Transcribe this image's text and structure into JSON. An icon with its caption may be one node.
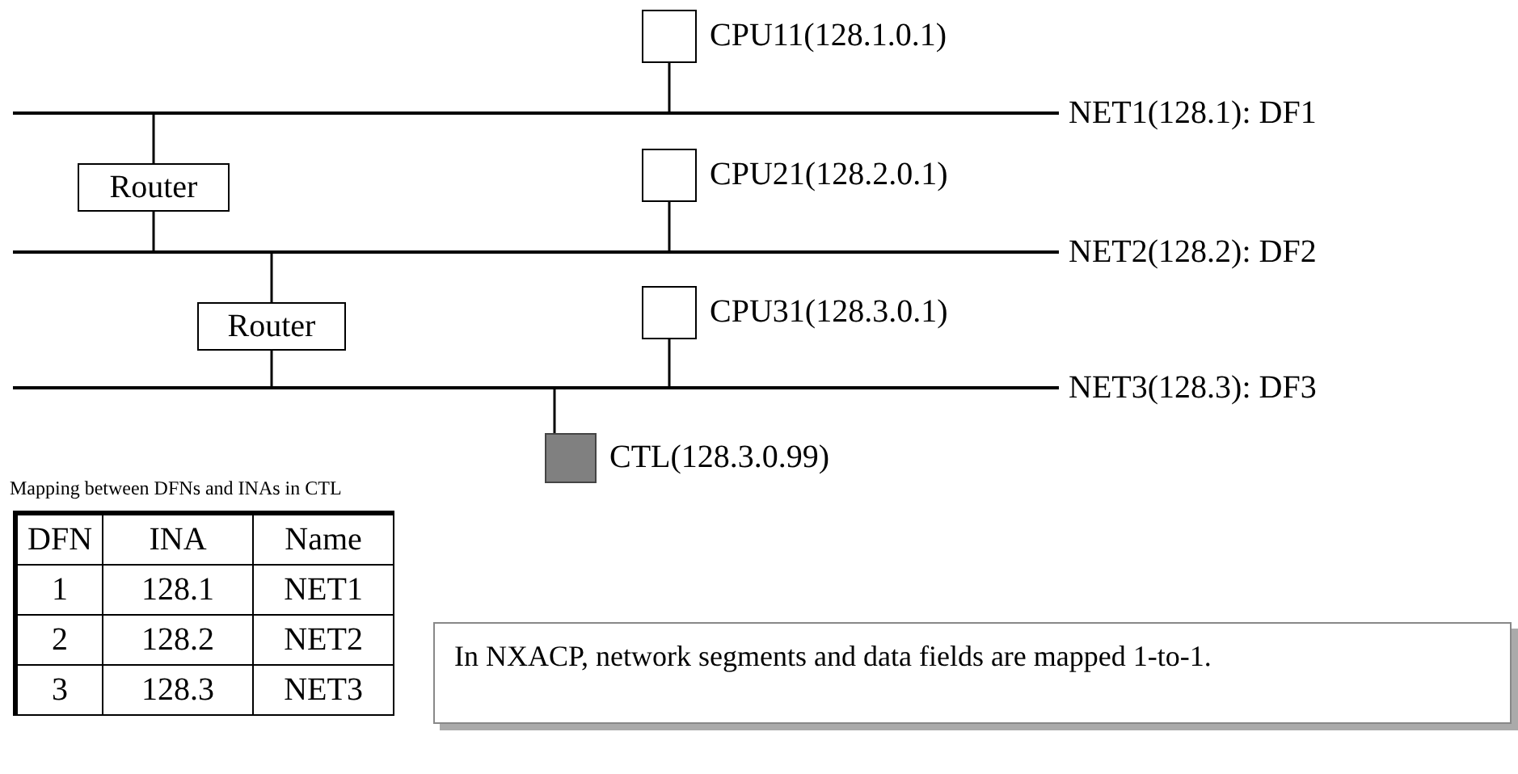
{
  "diagram": {
    "nodes": [
      {
        "text": [
          "CPU11(128.1.0.1)"
        ]
      },
      {
        "text": [
          "NET1(128.1): DF1"
        ]
      },
      {
        "text": [
          "Router"
        ]
      },
      {
        "text": [
          "CPU21(128.2.0.1)"
        ]
      },
      {
        "text": [
          "NET2(128.2): DF2"
        ]
      },
      {
        "text": [
          "Router"
        ]
      },
      {
        "text": [
          "CPU31(128.3.0.1)"
        ]
      },
      {
        "text": [
          "NET3(128.3): DF3"
        ]
      },
      {
        "text": [
          "CTL(128.3.0.99)"
        ]
      },
      {
        "text": [
          "In NXACP, network segments and data fields are mapped 1-to-1."
        ]
      }
    ],
    "edges": [
      {
        "from": 0,
        "to": 1,
        "arrow": "none"
      },
      {
        "from": 1,
        "to": 2,
        "arrow": "none"
      },
      {
        "from": 2,
        "to": 4,
        "arrow": "none"
      },
      {
        "from": 3,
        "to": 4,
        "arrow": "none"
      },
      {
        "from": 4,
        "to": 5,
        "arrow": "none"
      },
      {
        "from": 5,
        "to": 7,
        "arrow": "none"
      },
      {
        "from": 6,
        "to": 7,
        "arrow": "none"
      },
      {
        "from": 7,
        "to": 8,
        "arrow": "none"
      }
    ],
    "labels": [
      "Mapping between DFNs and INAs in CTL",
      "DFN",
      "INA",
      "Name",
      "1",
      "128.1",
      "NET1",
      "2",
      "128.2",
      "NET2",
      "3",
      "128.3",
      "NET3"
    ]
  }
}
